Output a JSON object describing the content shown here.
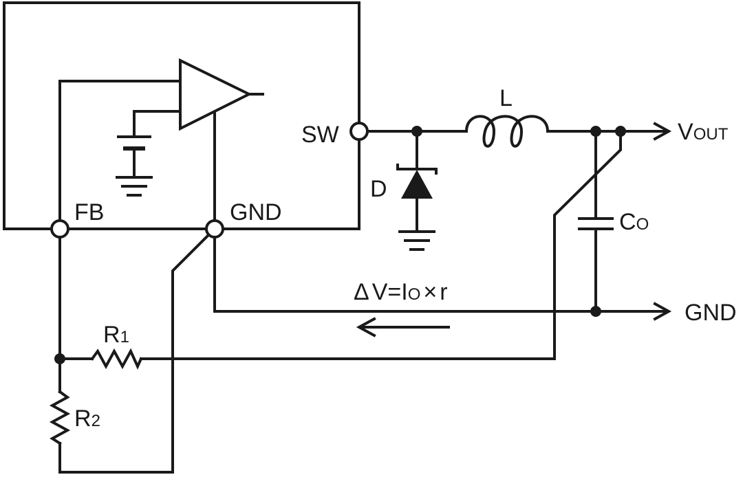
{
  "colors": {
    "wire": "#1a1a1a",
    "background": "#ffffff"
  },
  "labels": {
    "sw": "SW",
    "fb": "FB",
    "gnd_pin": "GND",
    "inductor": "L",
    "diode": "D",
    "vout_main": "V",
    "vout_sub": "OUT",
    "cap_main": "C",
    "cap_sub": "O",
    "gnd_out": "GND",
    "r1_main": "R",
    "r1_sub": "1",
    "r2_main": "R",
    "r2_sub": "2",
    "dv_delta": "Δ",
    "dv_mid": "V=I",
    "dv_sub": "O",
    "dv_times": "×",
    "dv_r": "r"
  },
  "icons": {
    "opamp": "comparator-triangle-icon",
    "battery": "reference-voltage-icon",
    "ground": "ground-icon",
    "diode": "schottky-diode-icon",
    "inductor": "inductor-icon",
    "capacitor": "capacitor-icon",
    "resistor": "resistor-icon",
    "arrow": "arrow-icon"
  }
}
